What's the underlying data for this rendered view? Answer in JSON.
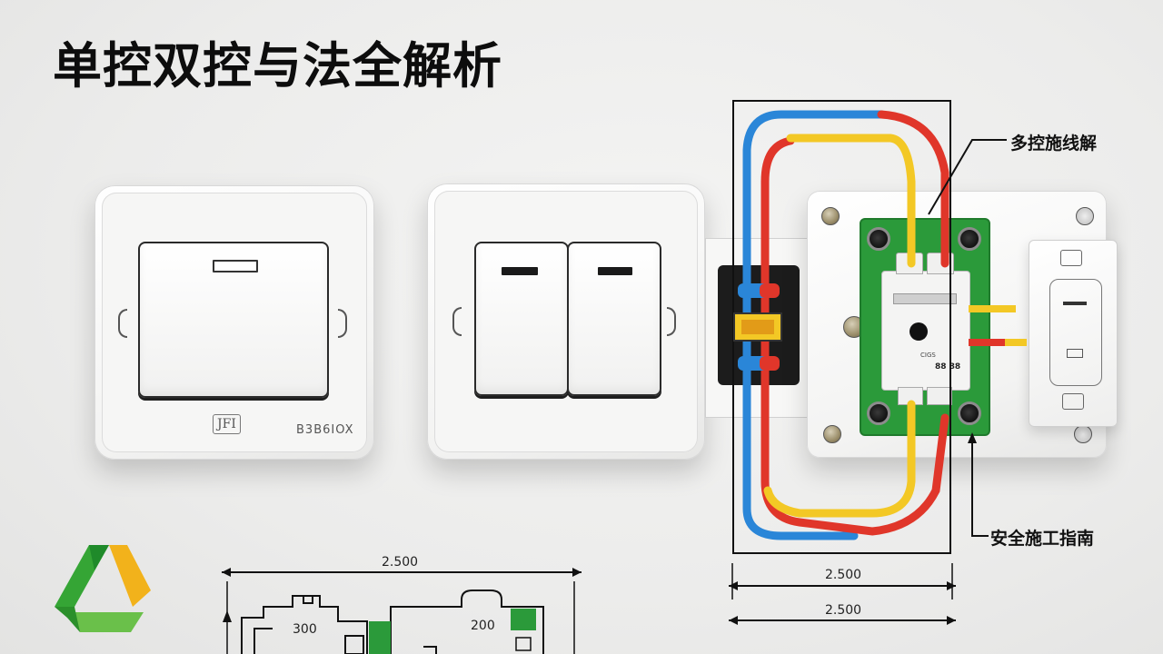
{
  "title": "单控双控与法全解析",
  "callouts": {
    "top_right": "多控施线解",
    "bottom_right": "安全施工指南"
  },
  "single_switch": {
    "mark": "JFI",
    "model_text": "B3B6IOX"
  },
  "dimensions": {
    "bottom_left_width": "2.500",
    "right_upper": "2.500",
    "right_lower": "2.500"
  },
  "floor_plan": {
    "room_left": "300",
    "room_right": "200"
  },
  "module": {
    "code": "CIGS",
    "label": "88 88"
  },
  "colors": {
    "wire_blue": "#2a86d8",
    "wire_red": "#e0362a",
    "wire_yellow": "#f3c825",
    "pcb_green": "#2b9a3a",
    "logo_green": "#35a535",
    "logo_yellow": "#f2b21b"
  },
  "icons": [
    "logo-icon",
    "screw-icon",
    "terminal-icon",
    "indicator-icon"
  ]
}
